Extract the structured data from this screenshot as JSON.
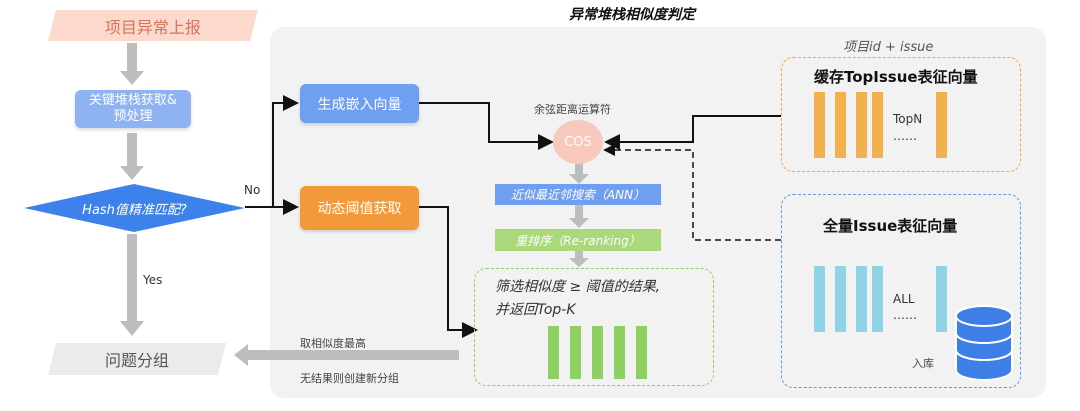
{
  "title": "异常堆栈相似度判定",
  "steps": {
    "report": "项目异常上报",
    "preprocess_line1": "关键堆栈获取&",
    "preprocess_line2": "预处理",
    "decision": "Hash值精准匹配?",
    "no_label": "No",
    "yes_label": "Yes",
    "group": "问题分组"
  },
  "nodes": {
    "embed": "生成嵌入向量",
    "threshold": "动态阈值获取",
    "cos": "COS",
    "cos_caption": "余弦距离运算符",
    "ann": "近似最近邻搜索（ANN）",
    "rerank": "重排序（Re-ranking）",
    "filter_line1": "筛选相似度 ≥ 阈值的结果,",
    "filter_line2": "并返回Top-K",
    "key_label": "项目id + issue",
    "cache_title": "缓存TopIssue表征向量",
    "cache_topn": "TopN",
    "cache_dots": "……",
    "all_title": "全量Issue表征向量",
    "all_label": "ALL",
    "all_dots": "……",
    "db_label": "入库",
    "result_line1": "取相似度最高",
    "result_line2": "无结果则创建新分组"
  },
  "colors": {
    "pink": "#fbd9cc",
    "pink_text": "#d9745a",
    "blue": "#6f9ff0",
    "decision_blue": "#3c82ea",
    "orange": "#f29a3a",
    "green": "#a9d97a",
    "green_bar": "#8fd062",
    "yellow_bar": "#f2b14d",
    "cyan_bar": "#8fd3e6",
    "db_blue": "#3d7fe6",
    "grey_arrow": "#bdbdbd",
    "cos_pink": "#f8c8bc"
  }
}
